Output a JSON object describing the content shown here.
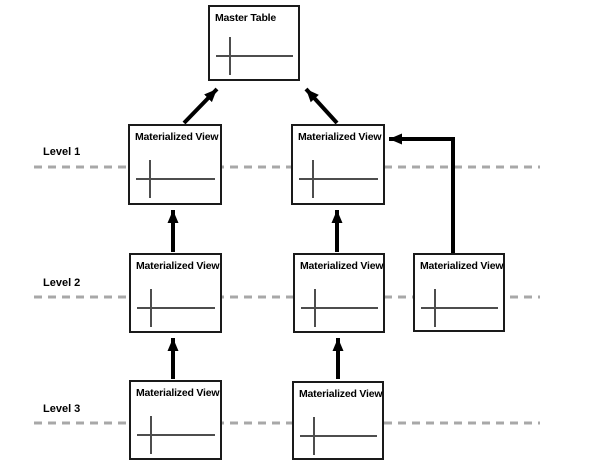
{
  "diagram": {
    "type": "hierarchy",
    "description": "Master table with three levels of materialized views",
    "nodes": {
      "master": {
        "label": "Master Table"
      },
      "mv_l1_a": {
        "label": "Materialized View",
        "level": "Level 1"
      },
      "mv_l1_b": {
        "label": "Materialized View",
        "level": "Level 1"
      },
      "mv_l2_a": {
        "label": "Materialized View",
        "level": "Level 2"
      },
      "mv_l2_b": {
        "label": "Materialized View",
        "level": "Level 2"
      },
      "mv_l2_c": {
        "label": "Materialized View",
        "level": "Level 2"
      },
      "mv_l3_a": {
        "label": "Materialized View",
        "level": "Level 3"
      },
      "mv_l3_b": {
        "label": "Materialized View",
        "level": "Level 3"
      }
    },
    "levels": [
      {
        "label": "Level 1"
      },
      {
        "label": "Level 2"
      },
      {
        "label": "Level 3"
      }
    ],
    "edges": [
      {
        "from": "mv_l1_a",
        "to": "master"
      },
      {
        "from": "mv_l1_b",
        "to": "master"
      },
      {
        "from": "mv_l2_a",
        "to": "mv_l1_a"
      },
      {
        "from": "mv_l2_b",
        "to": "mv_l1_b"
      },
      {
        "from": "mv_l2_c",
        "to": "mv_l1_b"
      },
      {
        "from": "mv_l3_a",
        "to": "mv_l2_a"
      },
      {
        "from": "mv_l3_b",
        "to": "mv_l2_b"
      }
    ],
    "colors": {
      "background": "#ffffff",
      "arrow": "#000000",
      "box_border": "#1a1a1a",
      "box_fill": "#ffffff",
      "divider": "#a8a8a8",
      "icon_line": "#4d4d4d",
      "text": "#000000"
    }
  }
}
